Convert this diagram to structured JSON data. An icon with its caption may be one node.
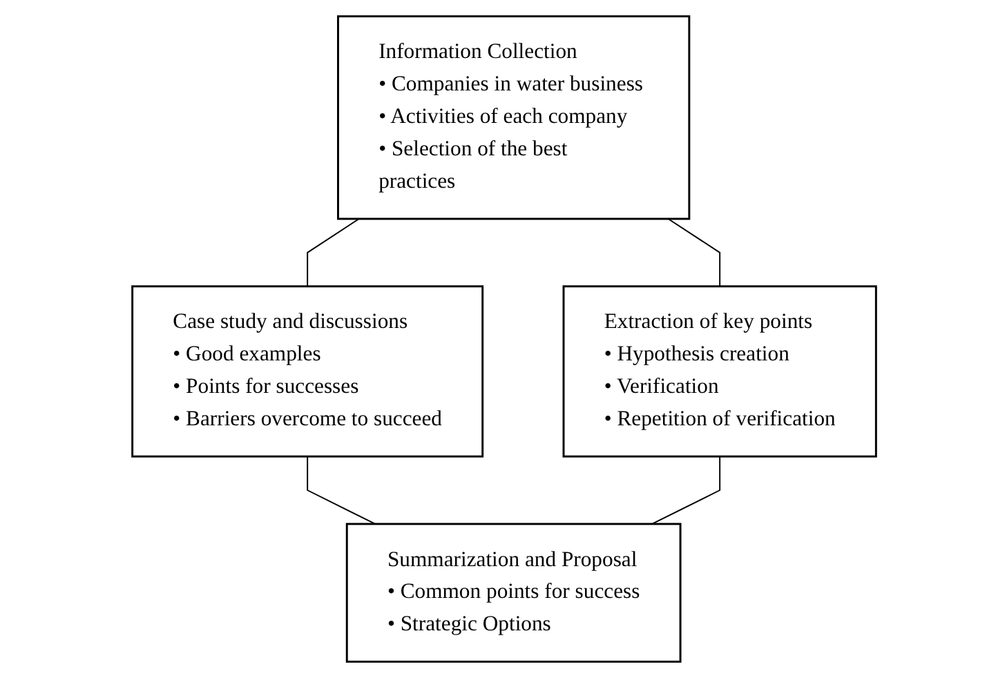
{
  "diagram": {
    "nodes": [
      {
        "text": [
          "Information Collection",
          "• Companies in water business",
          "• Activities of each company",
          "• Selection of the best practices"
        ]
      },
      {
        "text": [
          "Case study and discussions",
          "• Good examples",
          "• Points for successes",
          "• Barriers overcome to succeed"
        ]
      },
      {
        "text": [
          "Extraction of key points",
          "• Hypothesis creation",
          "• Verification",
          "• Repetition of verification"
        ]
      },
      {
        "text": [
          "Summarization and Proposal",
          "• Common points for success",
          "• Strategic Options"
        ]
      }
    ],
    "edges": [
      {
        "from": 0,
        "to": 1,
        "arrow": "none"
      },
      {
        "from": 0,
        "to": 2,
        "arrow": "none"
      },
      {
        "from": 1,
        "to": 3,
        "arrow": "none"
      },
      {
        "from": 2,
        "to": 3,
        "arrow": "none"
      }
    ]
  }
}
